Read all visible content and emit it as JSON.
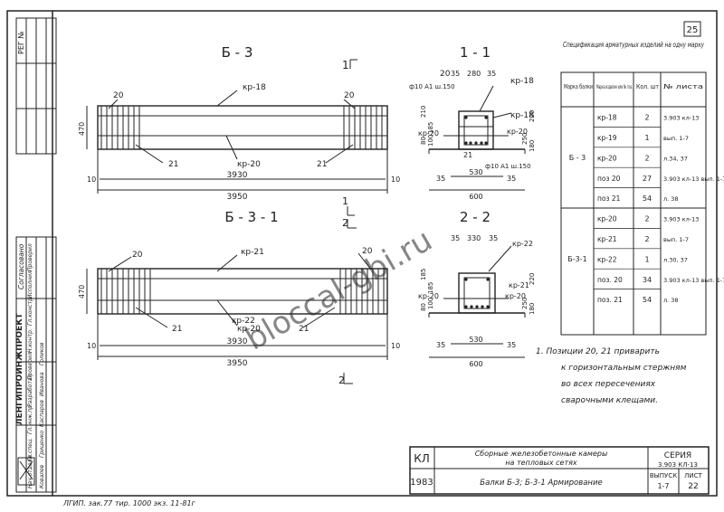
{
  "page_number": "25",
  "stamp_reg": "РЕГ №",
  "left_margin": {
    "org": "ЛЕНГИПРОИНЖПРОЕКТ",
    "agreed": "Согласовано",
    "roles": [
      "Нач.отдела",
      "Гл.спец.",
      "Гл.инж.пр.",
      "Разработал",
      "Проверил",
      "Н.контр.",
      "Гл.констр.",
      "Исполнил",
      "Проверил"
    ],
    "names": [
      "Ковалев",
      "Гриценко",
      "Каспаров",
      "Иванова",
      "Голиков"
    ]
  },
  "views": {
    "b3": {
      "title": "Б - 3",
      "section_mark": "1",
      "callouts": [
        "20",
        "20",
        "кр-18",
        "21",
        "21",
        "кр-20"
      ],
      "dims": [
        "3930",
        "3950",
        "10",
        "10",
        "470"
      ]
    },
    "b31": {
      "title": "Б - 3 - 1",
      "section_mark": "2",
      "callouts": [
        "20",
        "20",
        "кр-21",
        "21",
        "21",
        "кр-20",
        "кр-22"
      ],
      "dims": [
        "3930",
        "3950",
        "10",
        "10",
        "470"
      ]
    },
    "s11": {
      "title": "1 - 1",
      "callouts": [
        "20",
        "кр-18",
        "кр-18",
        "кр-20",
        "кр-20",
        "21",
        "ф10 А1 ш.150",
        "ф10 А1 ш.150"
      ],
      "dims": [
        "35",
        "280",
        "35",
        "530",
        "600",
        "35",
        "35",
        "210",
        "185",
        "100",
        "80",
        "220",
        "250",
        "180"
      ]
    },
    "s22": {
      "title": "2 - 2",
      "callouts": [
        "кр-22",
        "кр-21",
        "кр-20",
        "кр-20"
      ],
      "dims": [
        "35",
        "330",
        "35",
        "530",
        "600",
        "35",
        "35",
        "185",
        "185",
        "100",
        "80",
        "220",
        "250",
        "180"
      ]
    }
  },
  "spec": {
    "title": "Спецификация арматурных изделий на одну марку",
    "headers": [
      "Марка балки",
      "Марка изделия или № поз.",
      "Кол. шт",
      "№ листа"
    ],
    "groups": [
      {
        "mark": "Б - 3",
        "rows": [
          {
            "item": "кр-18",
            "qty": "2",
            "sheet": "3.903 кл-13"
          },
          {
            "item": "кр-19",
            "qty": "1",
            "sheet": "вып. 1-7"
          },
          {
            "item": "кр-20",
            "qty": "2",
            "sheet": "л.34, 37"
          },
          {
            "item": "поз 20",
            "qty": "27",
            "sheet": "3.903 кл-13 вып. 1-7"
          },
          {
            "item": "поз 21",
            "qty": "54",
            "sheet": "л. 38"
          }
        ]
      },
      {
        "mark": "Б-3-1",
        "rows": [
          {
            "item": "кр-20",
            "qty": "2",
            "sheet": "3.903 кл-13"
          },
          {
            "item": "кр-21",
            "qty": "2",
            "sheet": "вып. 1-7"
          },
          {
            "item": "кр-22",
            "qty": "1",
            "sheet": "л.30, 37"
          },
          {
            "item": "поз. 20",
            "qty": "34",
            "sheet": "3.903 кл-13 вып. 1-7"
          },
          {
            "item": "поз. 21",
            "qty": "54",
            "sheet": "л. 38"
          }
        ]
      }
    ]
  },
  "note": [
    "1. Позиции 20, 21 приварить",
    "к горизонтальным стержням",
    "во всех пересечениях",
    "сварочными клещами."
  ],
  "title_block": {
    "kl": "КЛ",
    "year": "1983",
    "line1": "Сборные железобетонные камеры",
    "line2": "на тепловых сетях",
    "line3": "Балки Б-3; Б-3-1  Армирование",
    "series_label": "СЕРИЯ",
    "series": "3.903 КЛ-13",
    "issue_label": "ВЫПУСК",
    "issue": "1-7",
    "sheet_label": "ЛИСТ",
    "sheet": "22"
  },
  "footer": "ЛГИП. зак.77  тир. 1000 экз. 11-81г",
  "watermark": "bloccal-gbi.ru",
  "colors": {
    "ink": "#222222",
    "paper": "#ffffff",
    "watermark": "#9a9a9a"
  }
}
